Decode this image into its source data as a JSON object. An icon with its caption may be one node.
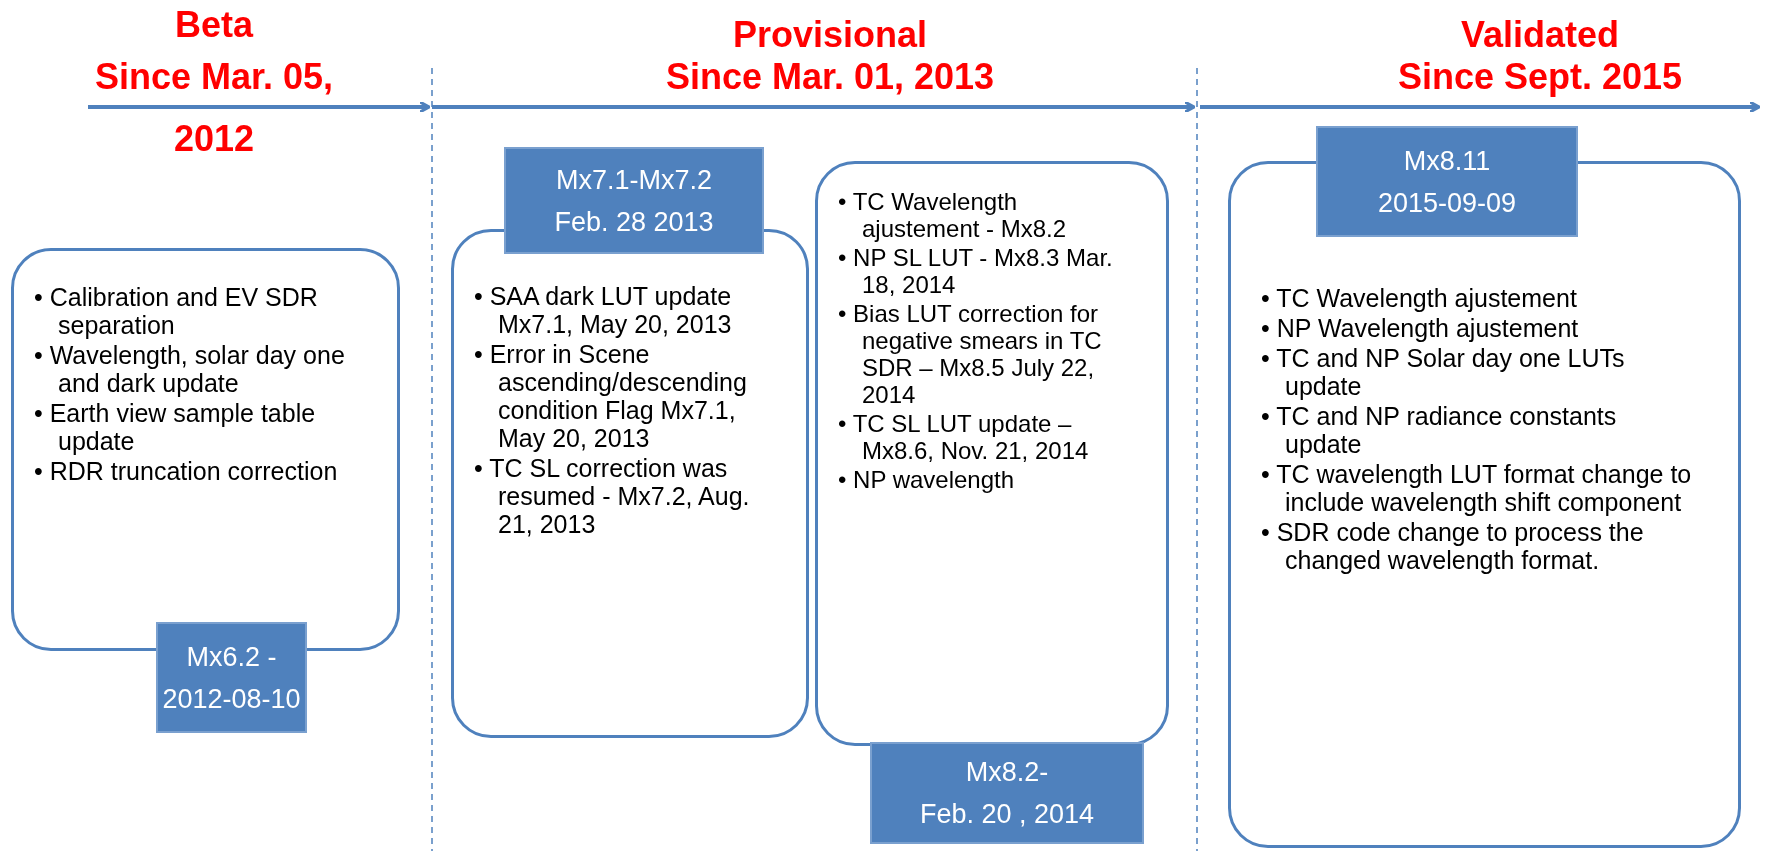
{
  "diagram": {
    "nodes": [
      {
        "text": [
          "• Calibration and EV SDR separation",
          "• Wavelength, solar day one and dark update",
          "• Earth view sample table update",
          "• RDR truncation correction"
        ]
      },
      {
        "text": [
          "Mx6.2 -",
          "2012-08-10"
        ]
      },
      {
        "text": [
          "Mx7.1-Mx7.2",
          "Feb. 28 2013"
        ]
      },
      {
        "text": [
          "• SAA dark LUT update Mx7.1, May 20, 2013",
          "• Error in Scene ascending/descending condition Flag Mx7.1, May 20, 2013",
          "• TC SL correction was resumed - Mx7.2, Aug. 21, 2013"
        ]
      },
      {
        "text": [
          "• TC Wavelength ajustement - Mx8.2",
          "• NP SL LUT - Mx8.3 Mar. 18, 2014",
          "• Bias LUT correction for negative smears in TC SDR – Mx8.5 July 22, 2014",
          "• TC SL LUT update – Mx8.6, Nov. 21, 2014",
          "• NP wavelength"
        ]
      },
      {
        "text": [
          "Mx8.2-",
          "Feb. 20 , 2014"
        ]
      },
      {
        "text": [
          "Mx8.11",
          "2015-09-09"
        ]
      },
      {
        "text": [
          "• TC Wavelength ajustement",
          "• NP Wavelength ajustement",
          "• TC and NP Solar day one LUTs update",
          "• TC and NP radiance constants update",
          "• TC wavelength LUT format change to include wavelength shift component",
          "• SDR code change to process the changed wavelength format."
        ]
      }
    ],
    "edges": [],
    "labels": [
      "Beta",
      "Since Mar. 05, 2012",
      "Provisional",
      "Since Mar. 01, 2013",
      "Validated",
      "Since Sept. 2015"
    ]
  }
}
